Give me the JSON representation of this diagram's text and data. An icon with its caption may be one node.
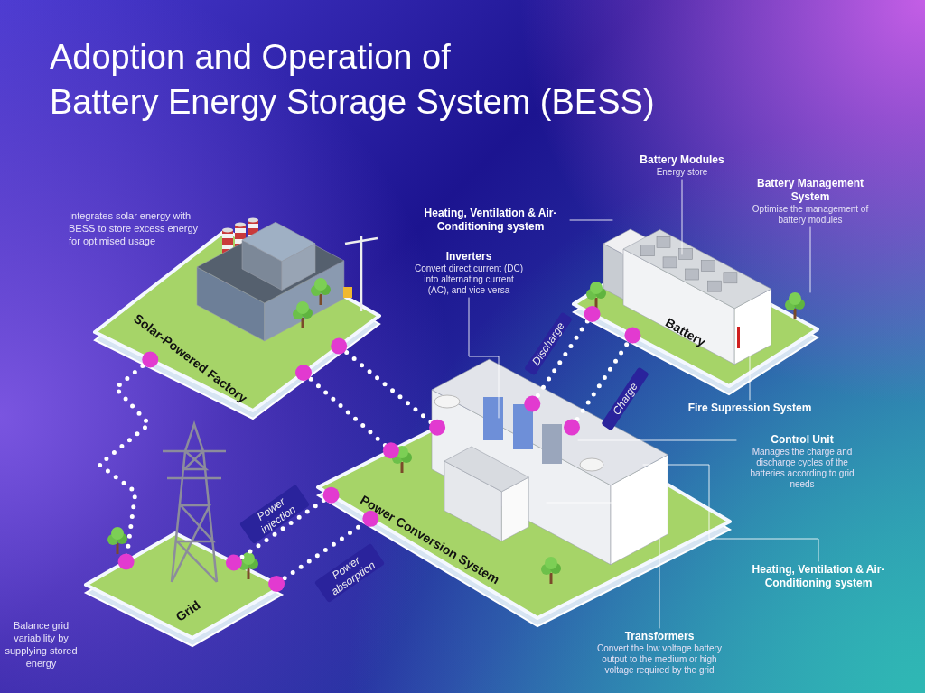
{
  "diagram": {
    "title": "Adoption and Operation of Battery Energy Storage System (BESS)",
    "nodes": [
      {
        "text": [
          "Solar-Powered Factory"
        ],
        "beside": [
          "Integrates solar energy with BESS to store excess energy for optimised usage"
        ]
      },
      {
        "text": [
          "Battery"
        ]
      },
      {
        "text": [
          "Power Conversion System"
        ]
      },
      {
        "text": [
          "Grid"
        ],
        "beside": [
          "Balance grid variability by supplying stored energy"
        ]
      },
      {
        "text": [
          "Battery Modules",
          "Energy store"
        ]
      },
      {
        "text": [
          "Heating, Ventilation & Air-Conditioning system"
        ]
      },
      {
        "text": [
          "Battery Management System",
          "Optimise the management of battery modules"
        ]
      },
      {
        "text": [
          "Inverters",
          "Convert direct current (DC) into alternating current (AC), and vice versa"
        ]
      },
      {
        "text": [
          "Fire Supression System"
        ]
      },
      {
        "text": [
          "Control Unit",
          "Manages the charge and discharge cycles of the batteries according to grid needs"
        ]
      },
      {
        "text": [
          "Heating, Ventilation & Air-Conditioning system"
        ]
      },
      {
        "text": [
          "Transformers",
          "Convert the low voltage battery output to the medium or high voltage required by the grid"
        ]
      }
    ],
    "edges": [
      {
        "from": 0,
        "to": 2,
        "arrow": "other",
        "style": "dashed"
      },
      {
        "from": 0,
        "to": 2,
        "arrow": "other",
        "style": "dashed"
      },
      {
        "from": 0,
        "to": 3,
        "arrow": "other",
        "style": "dashed"
      },
      {
        "from": 2,
        "to": 1,
        "label": "Discharge",
        "arrow": "other",
        "style": "dashed"
      },
      {
        "from": 2,
        "to": 1,
        "label": "Charge",
        "arrow": "other",
        "style": "dashed"
      },
      {
        "from": 3,
        "to": 2,
        "label": "Power injection",
        "arrow": "other",
        "style": "dashed"
      },
      {
        "from": 3,
        "to": 2,
        "label": "Power absorption",
        "arrow": "other",
        "style": "dashed"
      },
      {
        "from": 4,
        "to": 1,
        "arrow": "none"
      },
      {
        "from": 5,
        "to": 1,
        "arrow": "none"
      },
      {
        "from": 6,
        "to": 1,
        "arrow": "none"
      },
      {
        "from": 7,
        "to": 2,
        "arrow": "none"
      },
      {
        "from": 8,
        "to": 1,
        "arrow": "none"
      },
      {
        "from": 9,
        "to": 2,
        "arrow": "none"
      },
      {
        "from": 10,
        "to": 2,
        "arrow": "none"
      },
      {
        "from": 11,
        "to": 2,
        "arrow": "none"
      }
    ]
  }
}
